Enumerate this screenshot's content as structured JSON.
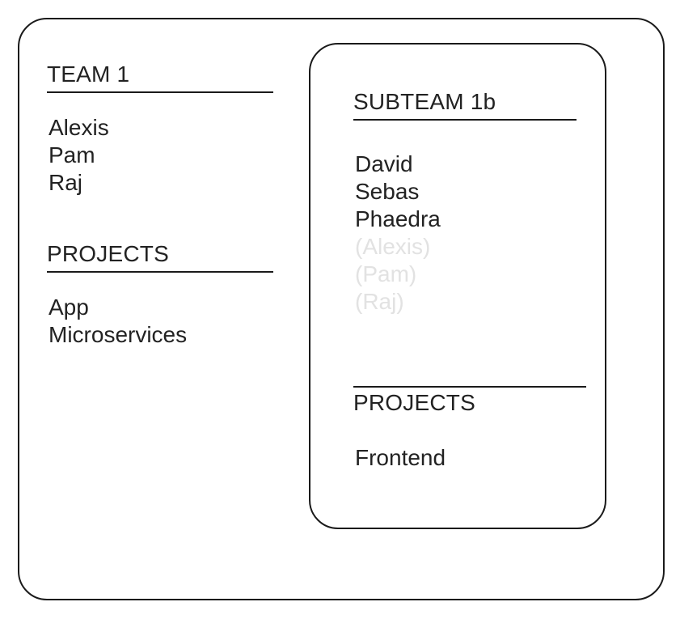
{
  "diagram": {
    "title": "Team and subteam membership diagram",
    "colors": {
      "border": "#1a1a1a",
      "text": "#222222",
      "inherited_text": "#e2e2e2",
      "background": "#ffffff"
    }
  },
  "team": {
    "name": "TEAM 1",
    "members_heading": "TEAM 1",
    "members": [
      {
        "label": "Alexis",
        "inherited": false
      },
      {
        "label": "Pam",
        "inherited": false
      },
      {
        "label": "Raj",
        "inherited": false
      }
    ],
    "projects_heading": "PROJECTS",
    "projects": [
      {
        "label": "App"
      },
      {
        "label": "Microservices"
      }
    ]
  },
  "subteam": {
    "name": "SUBTEAM 1b",
    "members_heading": "SUBTEAM 1b",
    "members": [
      {
        "label": "David",
        "inherited": false
      },
      {
        "label": "Sebas",
        "inherited": false
      },
      {
        "label": "Phaedra",
        "inherited": false
      },
      {
        "label": "(Alexis)",
        "inherited": true
      },
      {
        "label": "(Pam)",
        "inherited": true
      },
      {
        "label": "(Raj)",
        "inherited": true
      }
    ],
    "projects_heading": "PROJECTS",
    "projects": [
      {
        "label": "Frontend"
      }
    ]
  }
}
